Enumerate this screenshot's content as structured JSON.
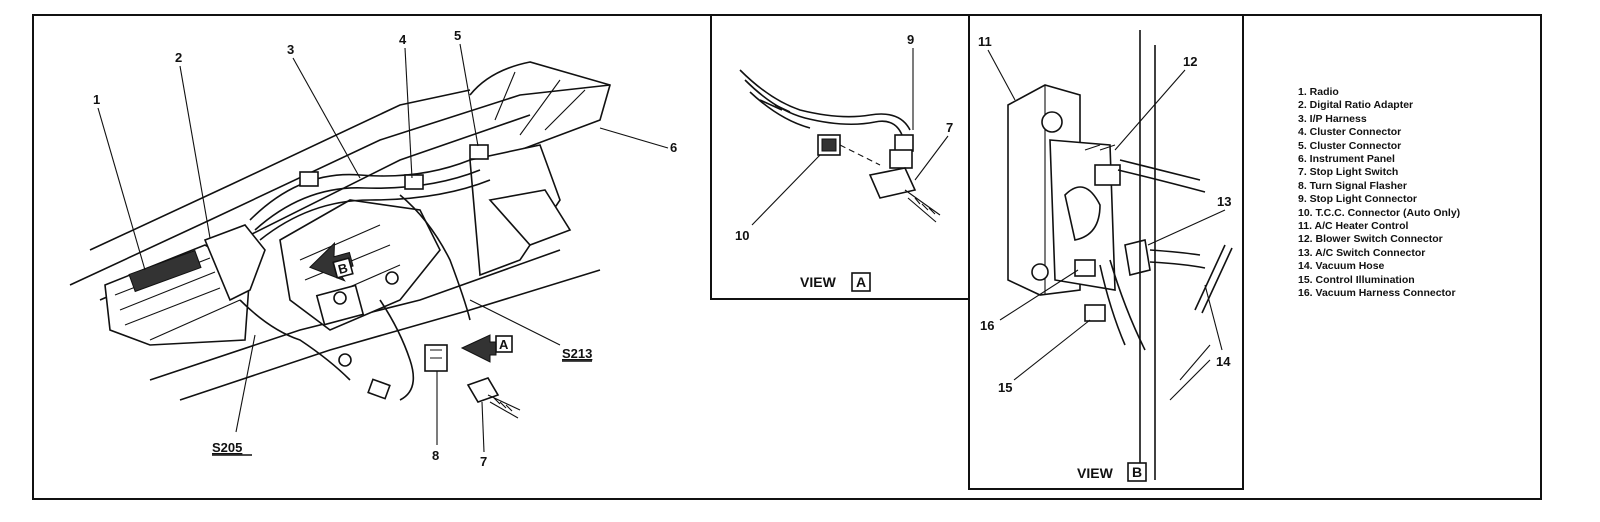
{
  "callouts": {
    "c1": "1",
    "c2": "2",
    "c3": "3",
    "c4": "4",
    "c5": "5",
    "c6": "6",
    "c7": "7",
    "c8": "8",
    "c9": "9",
    "c10": "10",
    "c11": "11",
    "c12": "12",
    "c13": "13",
    "c14": "14",
    "c15": "15",
    "c16": "16",
    "c7a": "7"
  },
  "splices": {
    "s205": "S205",
    "s213": "S213"
  },
  "views": {
    "a": {
      "word": "VIEW",
      "letter": "A"
    },
    "b": {
      "word": "VIEW",
      "letter": "B"
    }
  },
  "arrow_letters": {
    "a": "A",
    "b": "B"
  },
  "legend": [
    "1. Radio",
    "2. Digital Ratio Adapter",
    "3. I/P Harness",
    "4. Cluster Connector",
    "5. Cluster Connector",
    "6. Instrument Panel",
    "7. Stop Light Switch",
    "8. Turn Signal Flasher",
    "9. Stop Light Connector",
    "10. T.C.C. Connector (Auto Only)",
    "11. A/C Heater Control",
    "12. Blower Switch Connector",
    "13. A/C Switch Connector",
    "14. Vacuum Hose",
    "15. Control Illumination",
    "16. Vacuum Harness Connector"
  ]
}
